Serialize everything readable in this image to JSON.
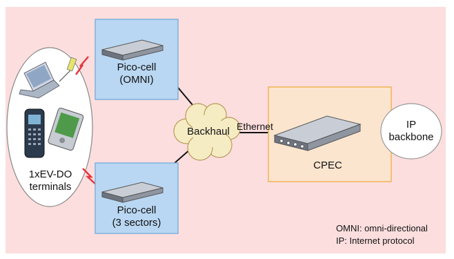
{
  "pico_top": {
    "line1": "Pico-cell",
    "line2": "(OMNI)"
  },
  "pico_bottom": {
    "line1": "Pico-cell",
    "line2": "(3 sectors)"
  },
  "backhaul": "Backhaul",
  "ethernet": "Ethernet",
  "cpec": "CPEC",
  "ip_backbone": {
    "line1": "IP",
    "line2": "backbone"
  },
  "terminals": {
    "line1": "1xEV-DO",
    "line2": "terminals"
  },
  "legend": {
    "omni": "OMNI: omni-directional",
    "ip": "IP: Internet protocol"
  },
  "colors": {
    "background": "#fcdede",
    "pico_box": "#b9d7f2",
    "pico_border": "#7fb0dc",
    "cpec_box": "#fbe5cf",
    "cpec_border": "#f2b457",
    "cloud": "#f6ecc4",
    "lightning": "#e5353d"
  }
}
